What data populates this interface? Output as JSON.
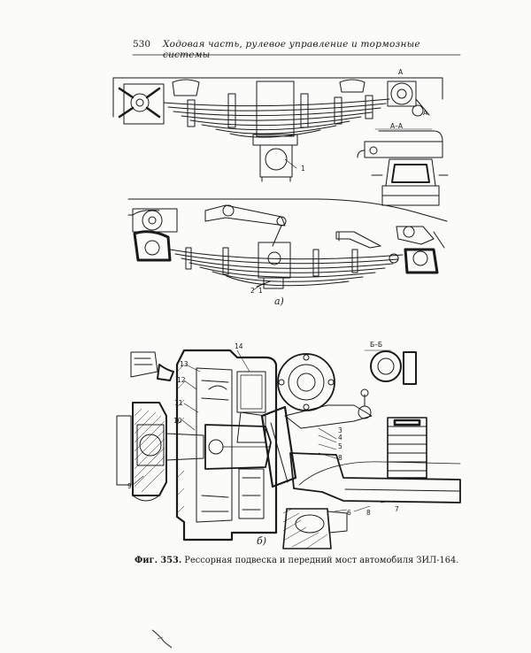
{
  "page": {
    "number": "530",
    "running_head": "Ходовая часть, рулевое управление и тормозные системы"
  },
  "figure": {
    "caption_label": "Фиг. 353.",
    "caption_text": "Рессорная подвеска и передний мост автомобиля ЗИЛ-164.",
    "subfigure_a": "а)",
    "subfigure_b": "б)"
  },
  "colors": {
    "ink": "#1a1a1a",
    "paper": "#fbfbf9"
  }
}
